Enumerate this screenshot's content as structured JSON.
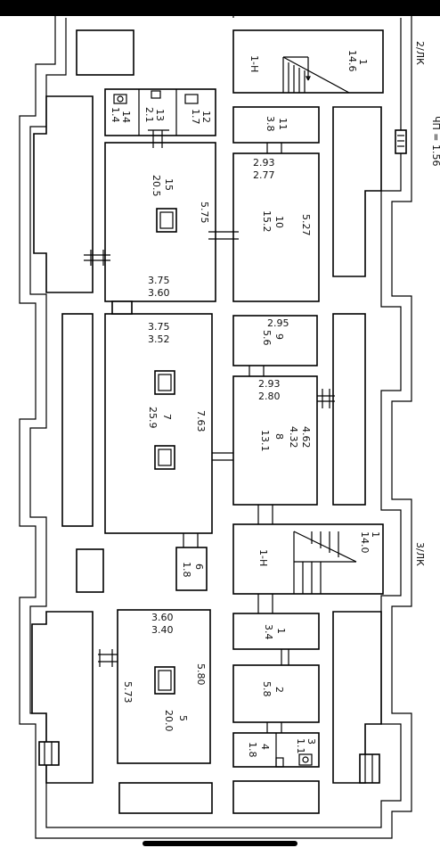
{
  "room_labels": {
    "axis_2_lk": "2/ЛК",
    "axis_3_lk": "3/ЛК",
    "axis_top_right_partial": "ЧП = 1.56",
    "stair_top": "1-Н",
    "stair_mid": "1-Н",
    "r1_top": "1",
    "r1_top_area": "14.6",
    "r1_mid": "1",
    "r1_mid_area": "14.0",
    "r14": "14",
    "r14_area": "1.4",
    "r13": "13",
    "r13_area": "2.1",
    "r12": "12",
    "r12_area": "1.7",
    "r11": "11",
    "r11_area": "3.8",
    "r15": "15",
    "r15_area": "20.5",
    "r10": "10",
    "r10_area": "15.2",
    "r9": "9",
    "r9_area": "5.6",
    "r7": "7",
    "r7_area": "25.9",
    "r8": "8",
    "r8_area": "13.1",
    "r6": "6",
    "r6_area": "1.8",
    "r1_low": "1",
    "r1_low_area": "3.4",
    "r2": "2",
    "r2_area": "5.8",
    "r5": "5",
    "r5_area": "20.0",
    "r4": "4",
    "r4_area": "1.8",
    "r3": "3",
    "r3_area": "1.1"
  },
  "dimensions": {
    "d_575": "5.75",
    "d_293a": "2.93",
    "d_277": "2.77",
    "d_527": "5.27",
    "d_375a": "3.75",
    "d_360a": "3.60",
    "d_375b": "3.75",
    "d_352": "3.52",
    "d_295": "2.95",
    "d_293b": "2.93",
    "d_280": "2.80",
    "d_763": "7.63",
    "d_462": "4.62",
    "d_432": "4.32",
    "d_360b": "3.60",
    "d_340": "3.40",
    "d_580": "5.80",
    "d_573": "5.73"
  }
}
